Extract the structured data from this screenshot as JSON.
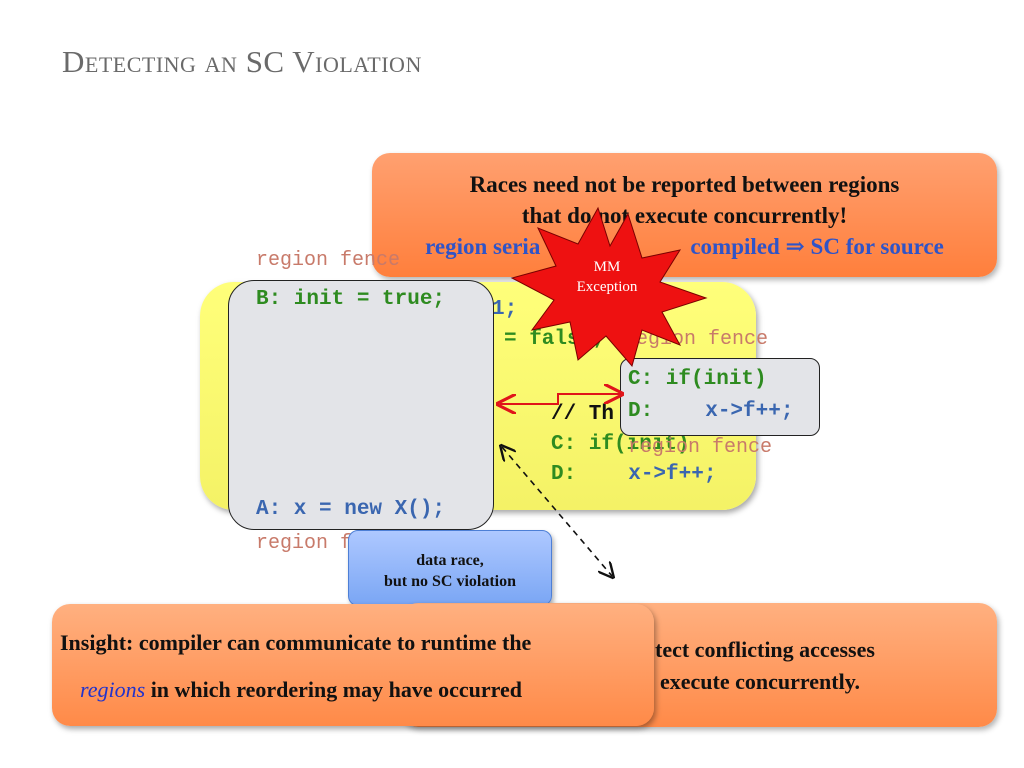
{
  "slide": {
    "title": "Detecting an SC Violation"
  },
  "fences": {
    "top_left": "region fence",
    "right_top": "region fence",
    "right_mid": "region fence",
    "bottom_left": "region fence"
  },
  "code": {
    "partial_top": "1;",
    "eq_false": "= false;",
    "thread_comment": "// Th",
    "c_line": "C: if(init)",
    "d_label": "D:",
    "d_expr": "x->f++;"
  },
  "left_box": {
    "line_b": "B: init = true;",
    "line_a": "A: x = new X();"
  },
  "right_box": {
    "c_line": "C: if(init)",
    "d_label": "D:",
    "d_expr": "x->f++;"
  },
  "callout_top": {
    "line1": "Races need not be reported between regions",
    "line2": "that do not execute concurrently!",
    "line3_a": "region seria",
    "line3_b": "compiled ⇒ SC for source"
  },
  "burst": {
    "line1": "MM",
    "line2": "Exception"
  },
  "note": {
    "line1": "data race,",
    "line2": "but no SC violation"
  },
  "callout_bottom_right": {
    "line1": "tect conflicting accesses",
    "line2": "execute concurrently."
  },
  "callout_bottom_left": {
    "line1": "Insight:  compiler can communicate to runtime the",
    "line2_em": "regions",
    "line2_rest": " in which reordering may have occurred"
  },
  "colors": {
    "title": "#6a6a6a",
    "fence": "#c87a6a",
    "code_green": "#2e8b20",
    "code_blue": "#3a66b0",
    "orange": "#ff8a48",
    "yellow": "#ffff7a",
    "burst": "#ee1111"
  }
}
